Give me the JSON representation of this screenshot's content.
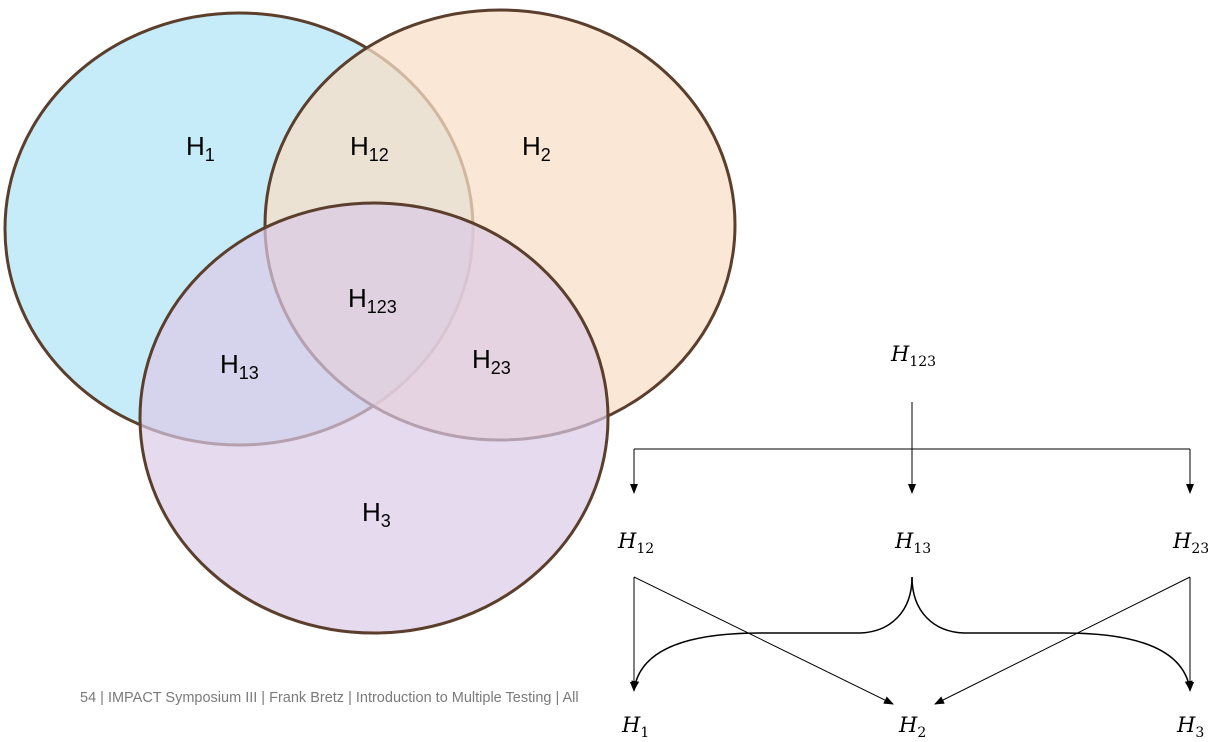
{
  "venn": {
    "colors": {
      "h1": "#bde9f8",
      "h2": "#f8dfc7",
      "h3": "#dccbe7",
      "stroke": "#5b3f2c"
    },
    "labels": {
      "h1": {
        "base": "H",
        "sub": "1"
      },
      "h12": {
        "base": "H",
        "sub": "12"
      },
      "h2": {
        "base": "H",
        "sub": "2"
      },
      "h123": {
        "base": "H",
        "sub": "123"
      },
      "h13": {
        "base": "H",
        "sub": "13"
      },
      "h23": {
        "base": "H",
        "sub": "23"
      },
      "h3": {
        "base": "H",
        "sub": "3"
      }
    }
  },
  "tree": {
    "root": {
      "base": "H",
      "sub": "123"
    },
    "level2": [
      {
        "base": "H",
        "sub": "12"
      },
      {
        "base": "H",
        "sub": "13"
      },
      {
        "base": "H",
        "sub": "23"
      }
    ],
    "level3": [
      {
        "base": "H",
        "sub": "1"
      },
      {
        "base": "H",
        "sub": "2"
      },
      {
        "base": "H",
        "sub": "3"
      }
    ]
  },
  "footer": {
    "text": "54  | IMPACT Symposium III | Frank Bretz | Introduction to Multiple Testing | All"
  }
}
